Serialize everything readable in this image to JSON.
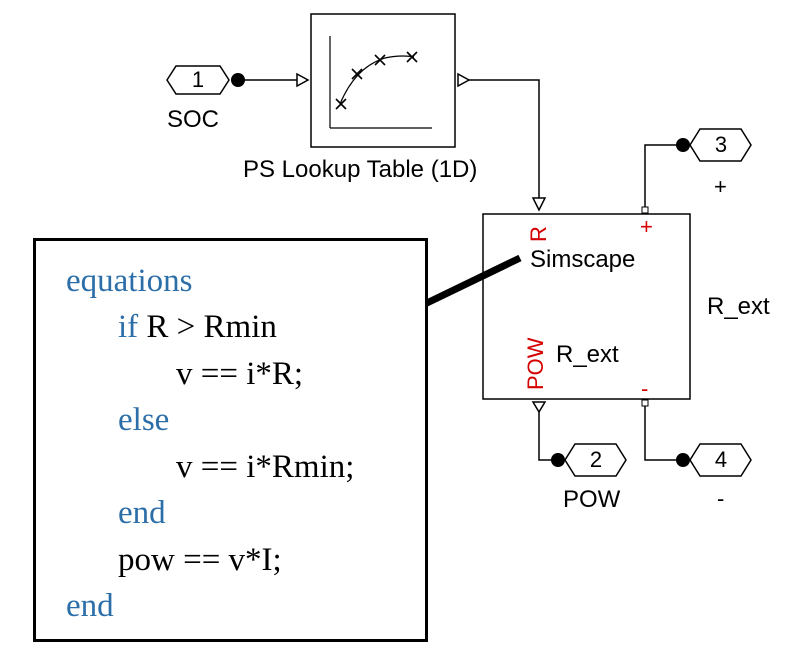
{
  "inports": {
    "soc": {
      "number": "1",
      "label": "SOC"
    }
  },
  "outports": {
    "plus": {
      "number": "3",
      "label": "+"
    },
    "pow": {
      "number": "2",
      "label": "POW"
    },
    "minus": {
      "number": "4",
      "label": "-"
    }
  },
  "lookup_table": {
    "name": "PS Lookup Table (1D)"
  },
  "simscape_block": {
    "title": "Simscape",
    "port_r": "R",
    "port_plus": "+",
    "port_pow": "POW",
    "port_minus": "-",
    "inner_label": "R_ext",
    "outer_label": "R_ext"
  },
  "code": {
    "line1_kw": "equations",
    "line2_kw": "if",
    "line2_tx": "R >  Rmin",
    "line3_tx": "v == i*R;",
    "line4_kw": "else",
    "line5_tx": "v == i*Rmin;",
    "line6_kw": "end",
    "line7_tx": "pow == v*I;",
    "line8_kw": "end"
  },
  "colors": {
    "keyword": "#2c6ea8",
    "port_label": "#d40000",
    "line": "#000000"
  }
}
